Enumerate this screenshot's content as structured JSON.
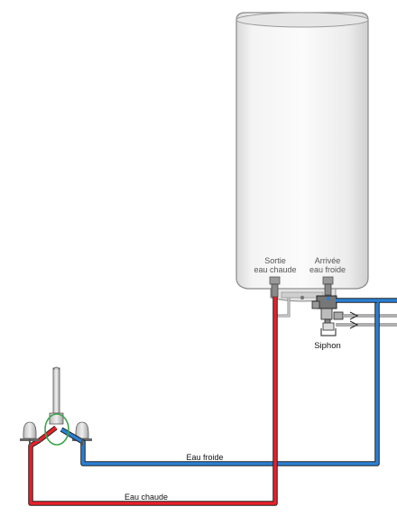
{
  "labels": {
    "hot_outlet_line1": "Sortie",
    "hot_outlet_line2": "eau chaude",
    "cold_inlet_line1": "Arrivée",
    "cold_inlet_line2": "eau froide",
    "siphon": "Siphon",
    "cold_water": "Eau froide",
    "hot_water": "Eau chaude"
  },
  "colors": {
    "hot_pipe": "#e8202a",
    "cold_pipe": "#2a7fd4",
    "pipe_outline": "#222222",
    "highlight_ring": "#3aa64a",
    "tank_body": "#f2f2f2",
    "label_text": "#555555"
  },
  "icons": {
    "water_heater": "water-heater-icon",
    "mixer_tap": "mixer-tap-icon",
    "siphon": "siphon-icon"
  }
}
